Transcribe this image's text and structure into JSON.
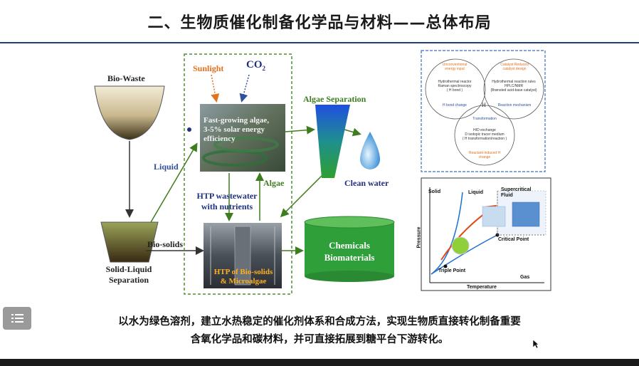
{
  "header": {
    "title": "二、生物质催化制备化学品与材料——总体布局"
  },
  "flow": {
    "bio_waste": "Bio-Waste",
    "separation": "Solid-Liquid\nSeparation",
    "liquid": "Liquid",
    "bio_solids": "Bio-solids",
    "sunlight": "Sunlight",
    "co2": "CO",
    "co2_sub": "2",
    "algae_photo": "Fast-growing algae,\n3-5% solar energy\nefficiency",
    "htp_wastewater": "HTP wastewater\nwith nutrients",
    "algae": "Algae",
    "htp_photo": "HTP of Bio-solids\n& Microalgae",
    "algae_separation": "Algae Separation",
    "clean_water": "Clean water",
    "chemicals": "Chemicals\nBiomaterials"
  },
  "venn": {
    "circle1": {
      "title": "Unconventional\nenergy input",
      "body": "Hydrothermal reactor\nRaman spectroscopy\n( H bond )",
      "foot": "H bond change"
    },
    "circle2": {
      "title": "Catalyst Reduced\ncatalyst design",
      "body": "Hydrothermal reaction rules\nHPLC/NMR\n(Brønsted acid-base catalyst)",
      "foot": "Reaction mechanism"
    },
    "circle3": {
      "title": "Transformation",
      "body": "H/D exchange\nD isotopic tracer medium\n( H transformation/reaction )",
      "foot": "Reactant-induced H\nchange"
    },
    "center": "H"
  },
  "phase": {
    "solid": "Solid",
    "liquid": "Liquid",
    "supercritical": "Supercritical\nFluid",
    "critical": "Critical Point",
    "triple": "Triple Point",
    "gas": "Gas",
    "xlabel": "Temperature",
    "ylabel": "Pressure"
  },
  "caption": {
    "line1": "以水为绿色溶剂，建立水热稳定的催化剂体系和合成方法，实现生物质直接转化制备重要",
    "line2": "含氧化学品和碳材料，并可直接拓展到糖平台下游转化。"
  },
  "icons": {
    "menu": "menu-icon",
    "cursor": "cursor-icon"
  },
  "colors": {
    "accent": "#1f3f7a",
    "dashed_box": "#4f8f2f",
    "arrow_green": "#3e7d1e"
  }
}
